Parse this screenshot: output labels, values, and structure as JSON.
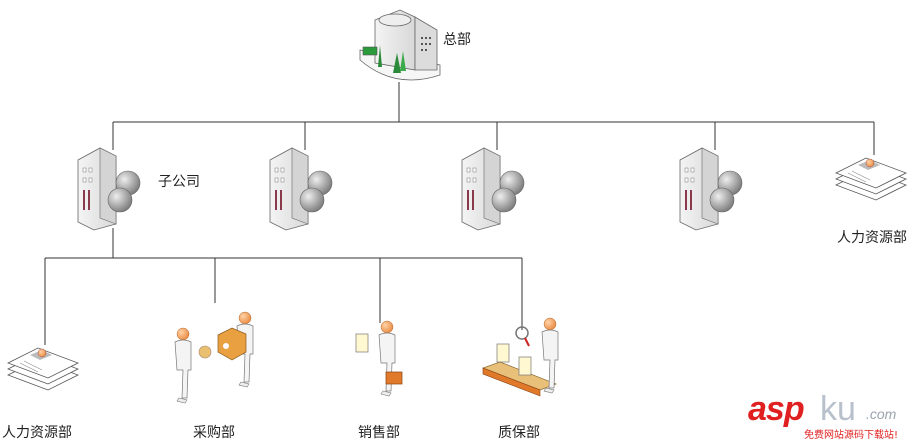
{
  "diagram": {
    "type": "org-chart",
    "headquarters": {
      "label": "总部",
      "icon": "headquarters-building-icon"
    },
    "subsidiaries": [
      {
        "label": "子公司",
        "icon": "office-building-globe-icon"
      },
      {
        "label": "",
        "icon": "office-building-globe-icon"
      },
      {
        "label": "",
        "icon": "office-building-globe-icon"
      },
      {
        "label": "",
        "icon": "office-building-globe-icon"
      }
    ],
    "hq_department": {
      "label": "人力资源部",
      "icon": "documents-stack-icon"
    },
    "departments": [
      {
        "label": "人力资源部",
        "icon": "documents-stack-icon"
      },
      {
        "label": "采购部",
        "icon": "purchasing-people-icon"
      },
      {
        "label": "销售部",
        "icon": "salesperson-icon"
      },
      {
        "label": "质保部",
        "icon": "quality-inspection-icon"
      }
    ],
    "colors": {
      "line": "#333333",
      "person_head": "#f2a564",
      "accent_orange": "#e07a2a",
      "accent_green": "#2a9a3a"
    }
  },
  "watermark": {
    "brand_bold": "asp",
    "brand_light": "ku",
    "domain": ".com",
    "tagline": "免费网站源码下载站!"
  }
}
